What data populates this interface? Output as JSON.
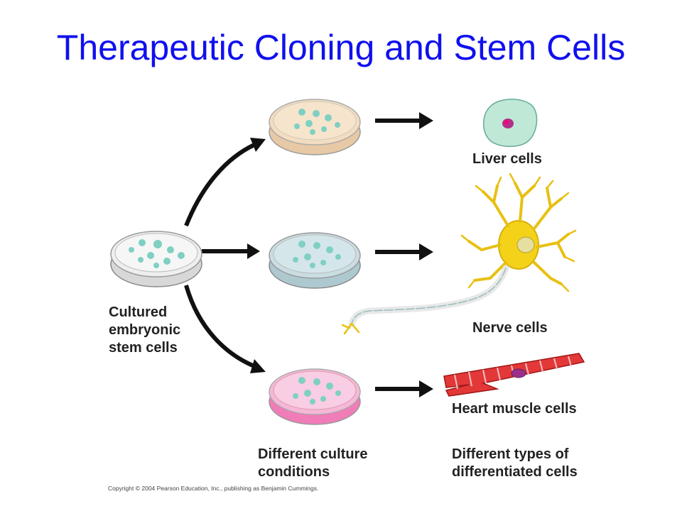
{
  "title": "Therapeutic Cloning and Stem Cells",
  "labels": {
    "stem_cells": [
      "Cultured",
      "embryonic",
      "stem cells"
    ],
    "culture_conditions": [
      "Different culture",
      "conditions"
    ],
    "differentiated": [
      "Different types of",
      "differentiated cells"
    ],
    "liver": "Liver cells",
    "nerve": "Nerve cells",
    "heart": "Heart muscle cells"
  },
  "copyright": "Copyright © 2004 Pearson Education, Inc., publishing as Benjamin Cummings.",
  "colors": {
    "title": "#1010ee",
    "dish_liver": "#f3dcc0",
    "dish_nerve": "#c9dde2",
    "dish_heart": "#f6b8d8",
    "dish_stem": "#eeeeee",
    "cells": "#7fd0c2",
    "liver_cell": "#bfe8d6",
    "nerve_cell": "#f4d21a",
    "heart_cell": "#e33838"
  }
}
